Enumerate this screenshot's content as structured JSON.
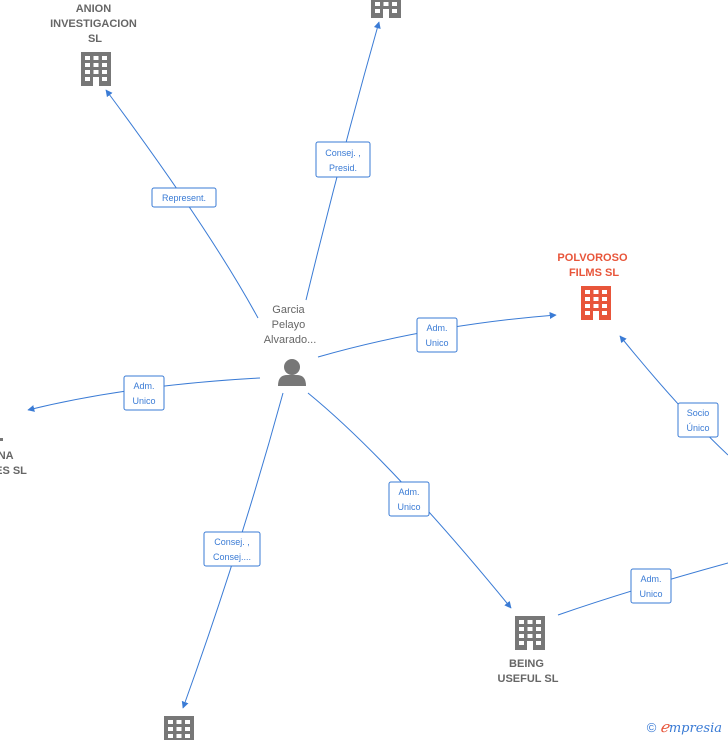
{
  "center_person": {
    "label_lines": [
      "Garcia",
      "Pelayo",
      "Alvarado..."
    ]
  },
  "companies": {
    "anion": {
      "label_lines": [
        "ANION",
        "INVESTIGACION",
        "SL"
      ]
    },
    "top": {
      "label_lines": []
    },
    "polvoroso": {
      "label_lines": [
        "POLVOROSO",
        "FILMS  SL"
      ]
    },
    "left": {
      "label_lines": [
        "NA",
        "ES SL"
      ]
    },
    "being_useful": {
      "label_lines": [
        "BEING",
        "USEFUL  SL"
      ]
    },
    "bottom": {
      "label_lines": []
    }
  },
  "relations": {
    "represent": [
      "Represent."
    ],
    "consej_presid": [
      "Consej. ,",
      "Presid."
    ],
    "adm_polvoroso": [
      "Adm.",
      "Unico"
    ],
    "adm_left": [
      "Adm.",
      "Unico"
    ],
    "consej_consej": [
      "Consej. ,",
      "Consej...."
    ],
    "adm_being": [
      "Adm.",
      "Unico"
    ],
    "socio_unico": [
      "Socio",
      "Único"
    ],
    "adm_right": [
      "Adm.",
      "Unico"
    ]
  },
  "colors": {
    "edge": "#3a7bd5",
    "building": "#777777",
    "building_active": "#e8553a"
  },
  "footer": {
    "copyright_symbol": "©",
    "brand_e": "ℯ",
    "brand_rest": "mpresia"
  }
}
